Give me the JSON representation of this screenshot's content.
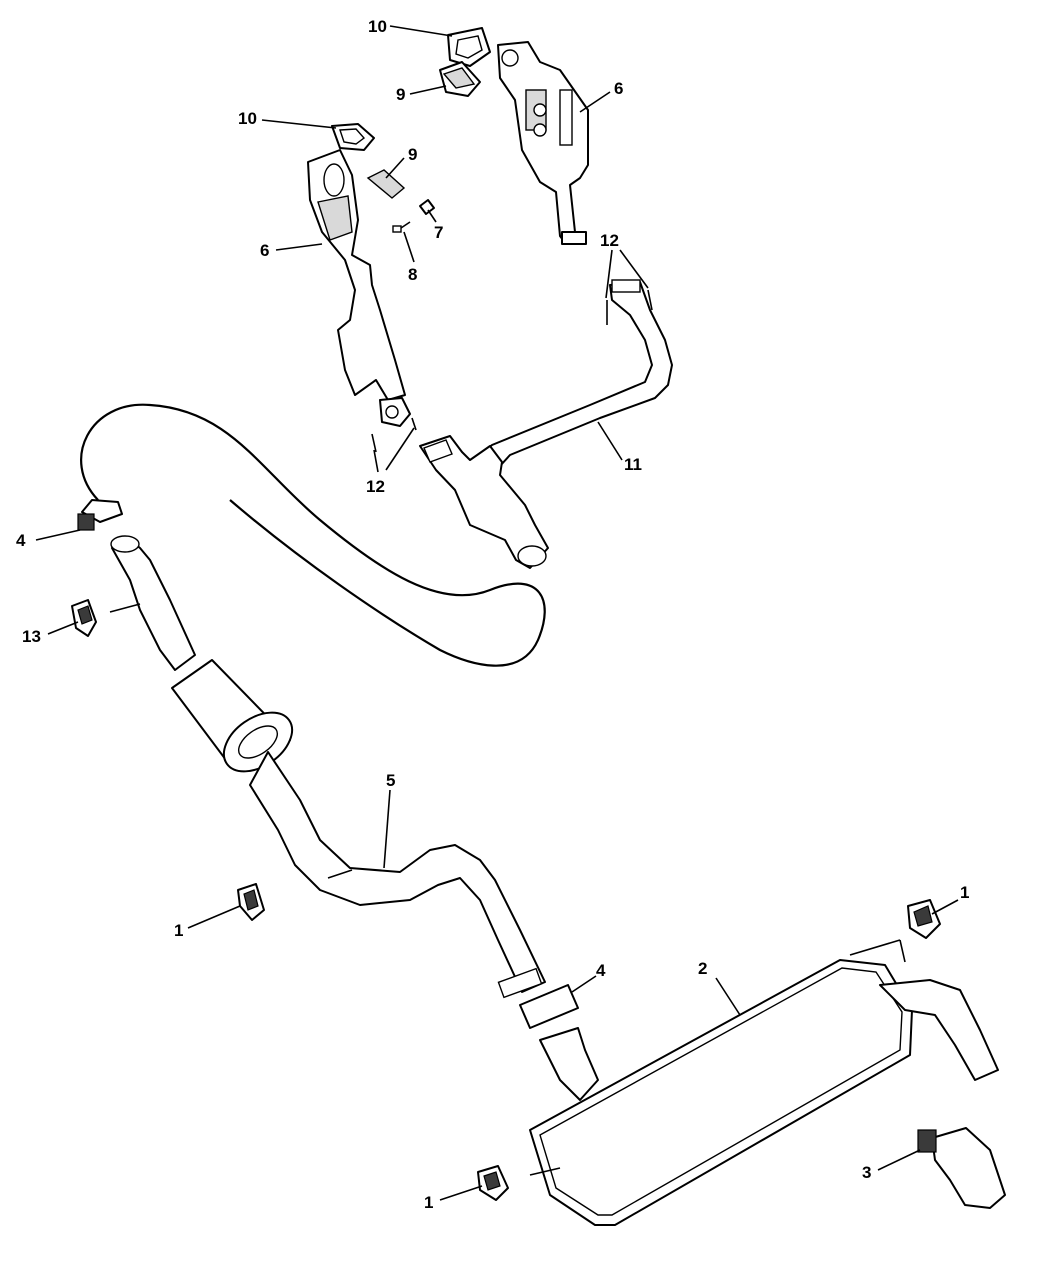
{
  "diagram": {
    "callouts": {
      "c10_top": "10",
      "c9_top": "9",
      "c6_right": "6",
      "c10_left": "10",
      "c9_mid": "9",
      "c7": "7",
      "c6_left": "6",
      "c8": "8",
      "c12_right": "12",
      "c12_left": "12",
      "c11": "11",
      "c4_left": "4",
      "c13": "13",
      "c5": "5",
      "c1_left": "1",
      "c1_right": "1",
      "c4_mid": "4",
      "c2": "2",
      "c3": "3",
      "c1_bottom": "1"
    }
  }
}
